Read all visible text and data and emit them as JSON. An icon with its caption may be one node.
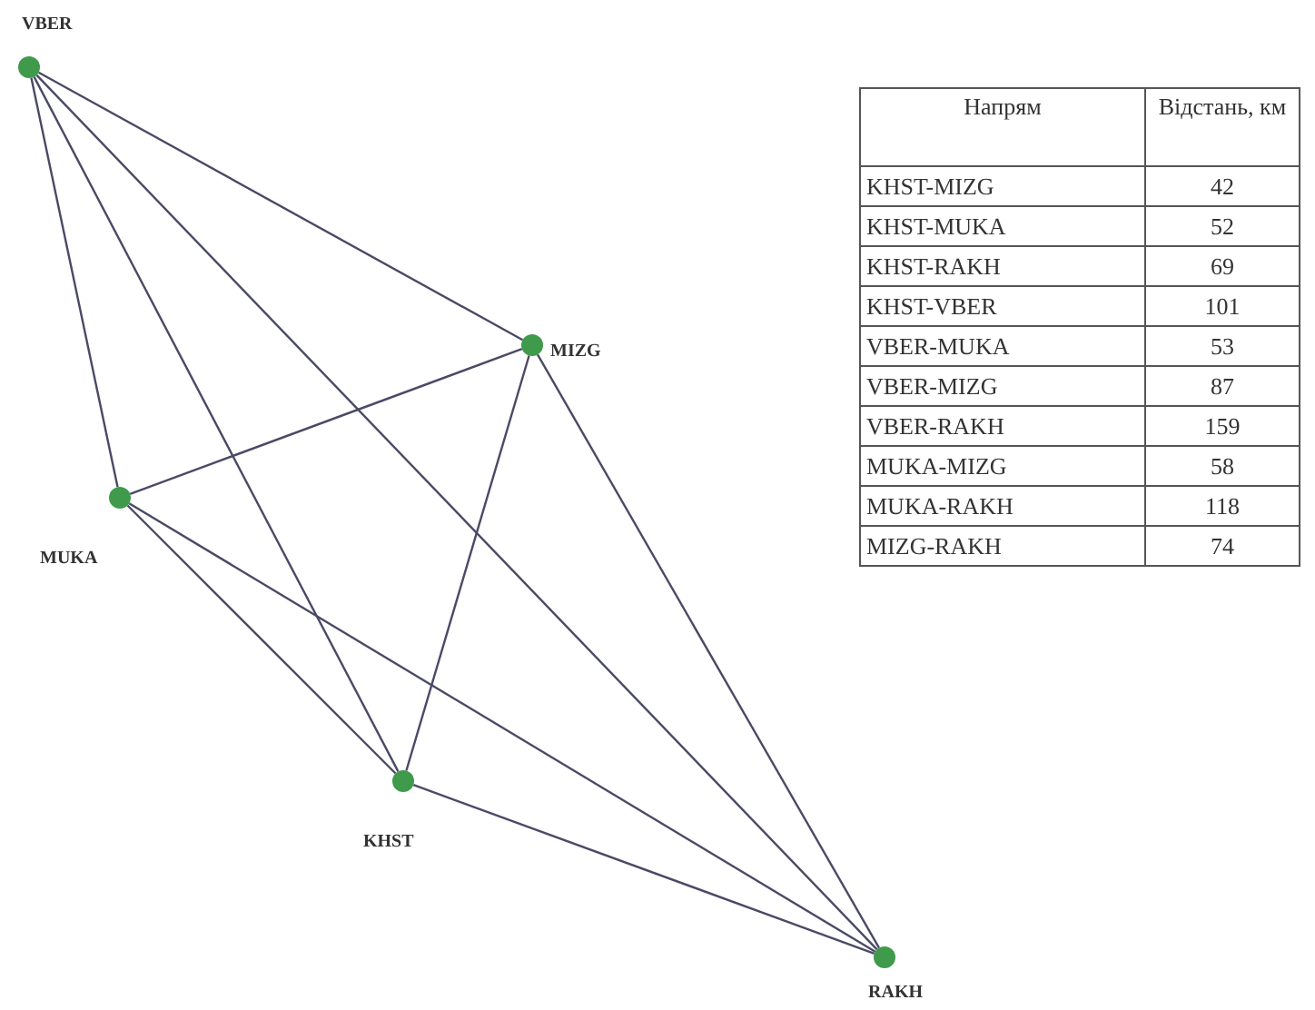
{
  "diagram": {
    "nodes": [
      {
        "text": [
          "VBER"
        ]
      },
      {
        "text": [
          "MIZG"
        ]
      },
      {
        "text": [
          "MUKA"
        ]
      },
      {
        "text": [
          "KHST"
        ]
      },
      {
        "text": [
          "RAKH"
        ]
      }
    ],
    "edges": [
      {
        "from": 0,
        "to": 1,
        "arrow": "none"
      },
      {
        "from": 0,
        "to": 2,
        "arrow": "none"
      },
      {
        "from": 0,
        "to": 3,
        "arrow": "none"
      },
      {
        "from": 0,
        "to": 4,
        "arrow": "none"
      },
      {
        "from": 1,
        "to": 2,
        "arrow": "none"
      },
      {
        "from": 1,
        "to": 3,
        "arrow": "none"
      },
      {
        "from": 1,
        "to": 4,
        "arrow": "none"
      },
      {
        "from": 2,
        "to": 3,
        "arrow": "none"
      },
      {
        "from": 2,
        "to": 4,
        "arrow": "none"
      },
      {
        "from": 3,
        "to": 4,
        "arrow": "none"
      }
    ],
    "labels": [
      "Напрям",
      "Відстань, км",
      "KHST-MIZG",
      "42",
      "KHST-MUKA",
      "52",
      "KHST-RAKH",
      "69",
      "KHST-VBER",
      "101",
      "VBER-MUKA",
      "53",
      "VBER-MIZG",
      "87",
      "VBER-RAKH",
      "159",
      "MUKA-MIZG",
      "58",
      "MUKA-RAKH",
      "118",
      "MIZG-RAKH",
      "74"
    ]
  }
}
